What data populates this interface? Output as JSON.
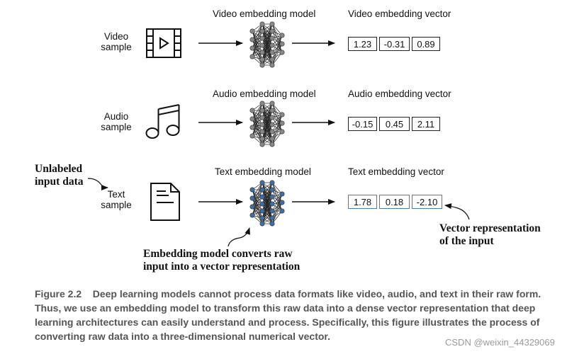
{
  "rows": [
    {
      "id": "video",
      "sample_label_line1": "Video",
      "sample_label_line2": "sample",
      "model_title": "Video embedding model",
      "vector_title": "Video embedding vector",
      "vector": [
        "1.23",
        "-0.31",
        "0.89"
      ],
      "color": "#888888"
    },
    {
      "id": "audio",
      "sample_label_line1": "Audio",
      "sample_label_line2": "sample",
      "model_title": "Audio embedding model",
      "vector_title": "Audio embedding vector",
      "vector": [
        "-0.15",
        "0.45",
        "2.11"
      ],
      "color": "#888888"
    },
    {
      "id": "text",
      "sample_label_line1": "Text",
      "sample_label_line2": "sample",
      "model_title": "Text embedding model",
      "vector_title": "Text embedding vector",
      "vector": [
        "1.78",
        "0.18",
        "-2.10"
      ],
      "color": "#3a6fa8"
    }
  ],
  "annotations": {
    "unlabeled_line1": "Unlabeled",
    "unlabeled_line2": "input data",
    "model_note_line1": "Embedding model converts raw",
    "model_note_line2": "input into a vector representation",
    "vector_note_line1": "Vector representation",
    "vector_note_line2": "of the input"
  },
  "caption": {
    "figure": "Figure 2.2",
    "text": "Deep learning models cannot process data formats like video, audio, and text in their raw form. Thus, we use an embedding model to transform this raw data into a dense vector representation that deep learning architectures can easily understand and process. Specifically, this figure illustrates the process of converting raw data into a three-dimensional numerical vector."
  },
  "watermark": "CSDN @weixin_44329069"
}
